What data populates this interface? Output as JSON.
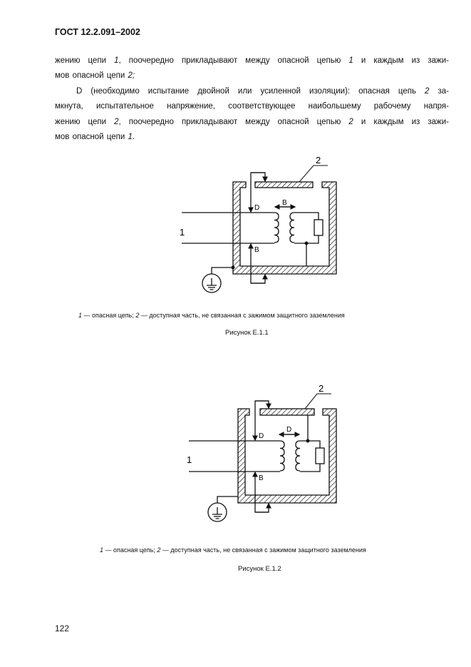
{
  "header": "ГОСТ 12.2.091–2002",
  "paragraphs": [
    [
      [
        {
          "t": "жению цепи "
        },
        {
          "t": "1",
          "i": true
        },
        {
          "t": ", поочередно прикладывают между опасной цепью "
        },
        {
          "t": "1",
          "i": true
        },
        {
          "t": " и каждым из зажи-"
        }
      ]
    ],
    [
      [
        {
          "t": "мов опасной цепи "
        },
        {
          "t": "2;",
          "i": true
        }
      ]
    ],
    [
      [
        {
          "t": "D (необходимо испытание двойной или усиленной изоляции): опасная цепь "
        },
        {
          "t": "2",
          "i": true
        },
        {
          "t": " за-"
        }
      ]
    ],
    [
      [
        {
          "t": "мкнута, испытательное напряжение, соответствующее наибольшему рабочему напря-"
        }
      ]
    ],
    [
      [
        {
          "t": "жению цепи "
        },
        {
          "t": "2",
          "i": true
        },
        {
          "t": ", поочередно прикладывают между опасной цепью "
        },
        {
          "t": "2",
          "i": true
        },
        {
          "t": " и каждым из зажи-"
        }
      ]
    ],
    [
      [
        {
          "t": "мов опасной цепи "
        },
        {
          "t": "1",
          "i": true
        },
        {
          "t": "."
        }
      ]
    ]
  ],
  "figure1": {
    "labels": {
      "circuit1": "1",
      "part2": "2",
      "d": "D",
      "b_bottom": "B",
      "b_arrow": "B"
    },
    "caption": {
      "n1": "1",
      "t1": " — опасная цепь; ",
      "n2": "2",
      "t2": " — доступная часть, не связанная с зажимом защитного заземления"
    },
    "title": "Рисунок Е.1.1"
  },
  "figure2": {
    "labels": {
      "circuit1": "1",
      "part2": "2",
      "d": "D",
      "b_bottom": "B",
      "d_arrow": "D"
    },
    "caption": {
      "n1": "1",
      "t1": " — опасная цепь;  ",
      "n2": "2",
      "t2": " — доступная часть, не связанная с зажимом защитного заземления"
    },
    "title": "Рисунок Е.1.2"
  },
  "page_number": "122"
}
